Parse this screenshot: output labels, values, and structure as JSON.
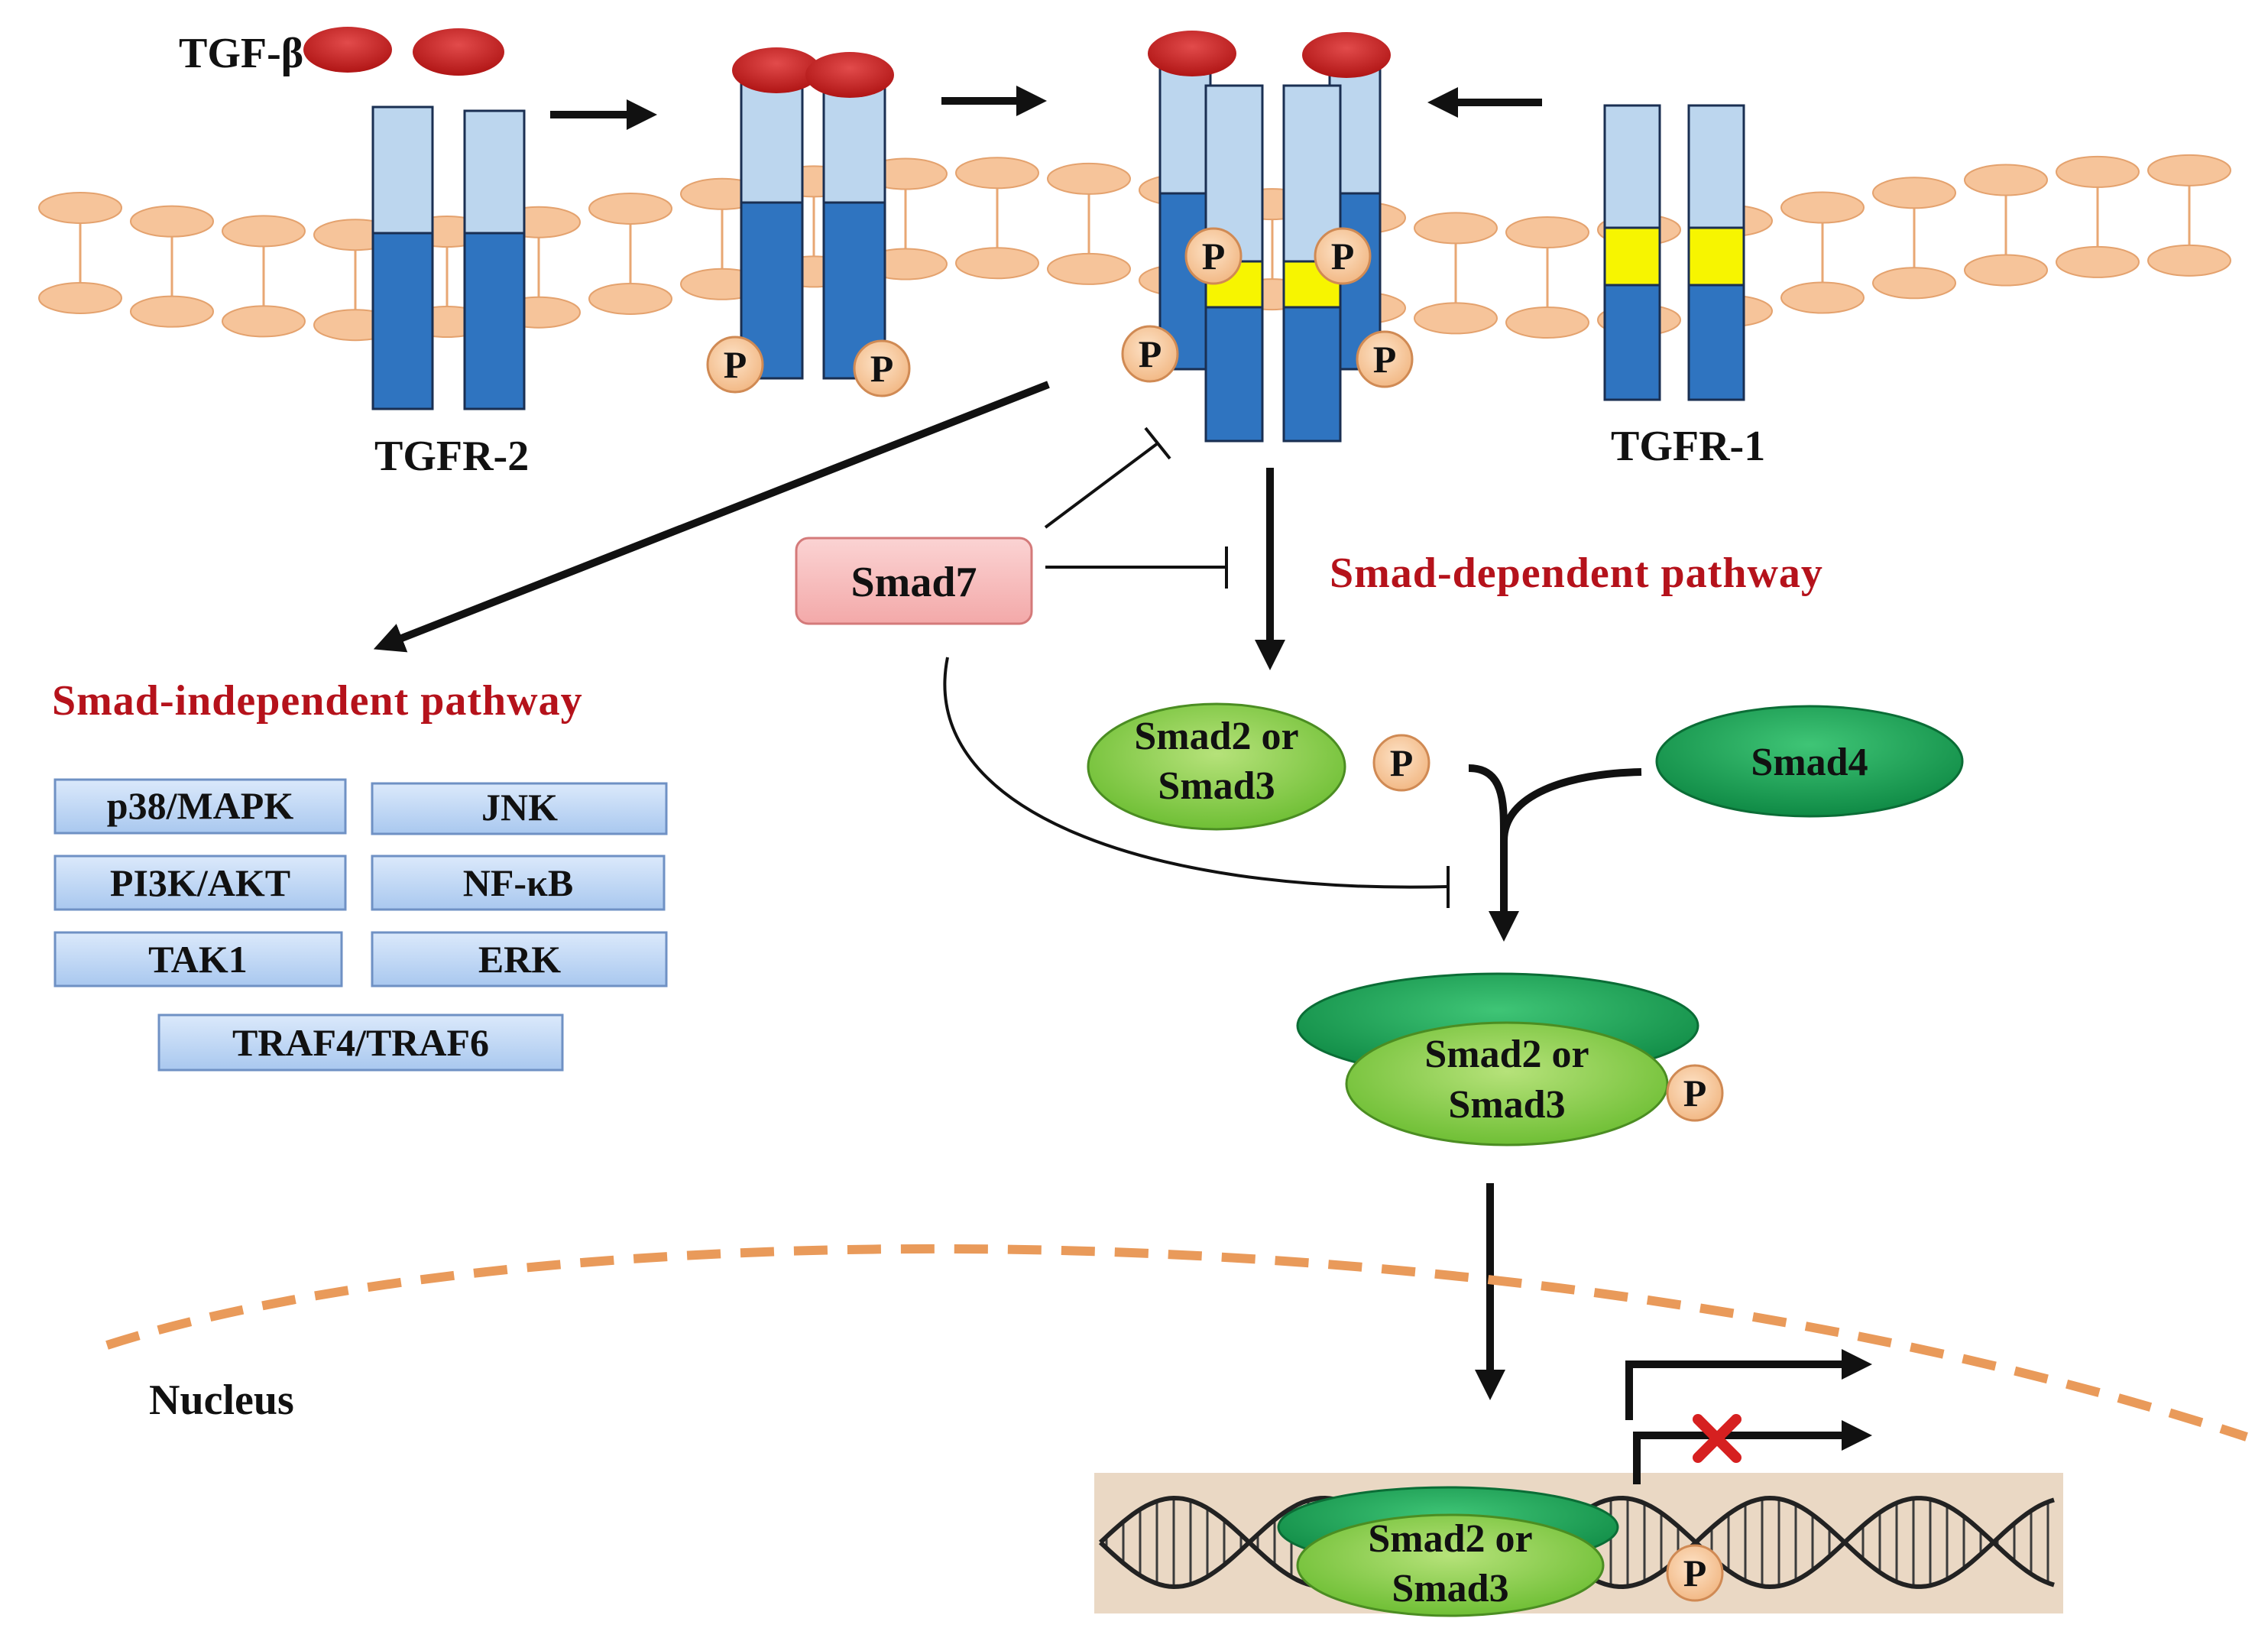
{
  "ligand": {
    "label": "TGF-β"
  },
  "receptors": {
    "type2": "TGFR-2",
    "type1": "TGFR-1"
  },
  "phospho": {
    "symbol": "P"
  },
  "inhibitor": {
    "label": "Smad7"
  },
  "pathways": {
    "dependent": "Smad-dependent  pathway",
    "independent": "Smad-independent  pathway"
  },
  "kinases": [
    "p38/MAPK",
    "JNK",
    "PI3K/AKT",
    "NF-κB",
    "TAK1",
    "ERK",
    "TRAF4/TRAF6"
  ],
  "smads": {
    "r_smad_line1": "Smad2  or",
    "r_smad_line2": "Smad3",
    "co_smad": "Smad4"
  },
  "compartment": {
    "nucleus": "Nucleus"
  },
  "colors": {
    "membrane_lipid": "#f6c49a",
    "receptor_extracellular": "#bcd6ee",
    "receptor_intracellular": "#2f74c0",
    "kinase_domain": "#f7f500",
    "ligand": "#cc1f1f",
    "smad_light_green": "#8fd14f",
    "smad_dark_green": "#1aa356",
    "smad7_pink": "#f6b9b9",
    "pathway_label": "#b5121b",
    "nuclear_envelope": "#e99a5a",
    "dna_background": "#ead8c4"
  }
}
